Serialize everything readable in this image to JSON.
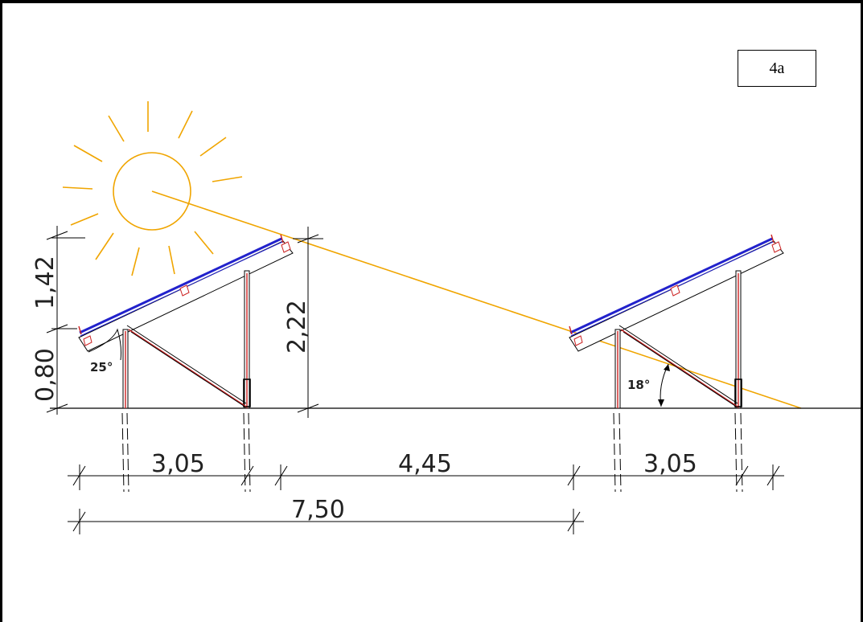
{
  "figure_label": "4a",
  "dimensions": {
    "left_upper_height": "1,42",
    "left_lower_height": "0,80",
    "row_gap_height": "2,22",
    "left_row_depth": "3,05",
    "row_spacing": "4,45",
    "right_row_depth": "3,05",
    "pitch": "7,50"
  },
  "angles": {
    "panel_tilt": "25°",
    "sun_elevation": "18°"
  },
  "colors": {
    "sun": "#f0a500",
    "panel": "#2222cc",
    "post_accent": "#cc2222",
    "line": "#000000"
  }
}
